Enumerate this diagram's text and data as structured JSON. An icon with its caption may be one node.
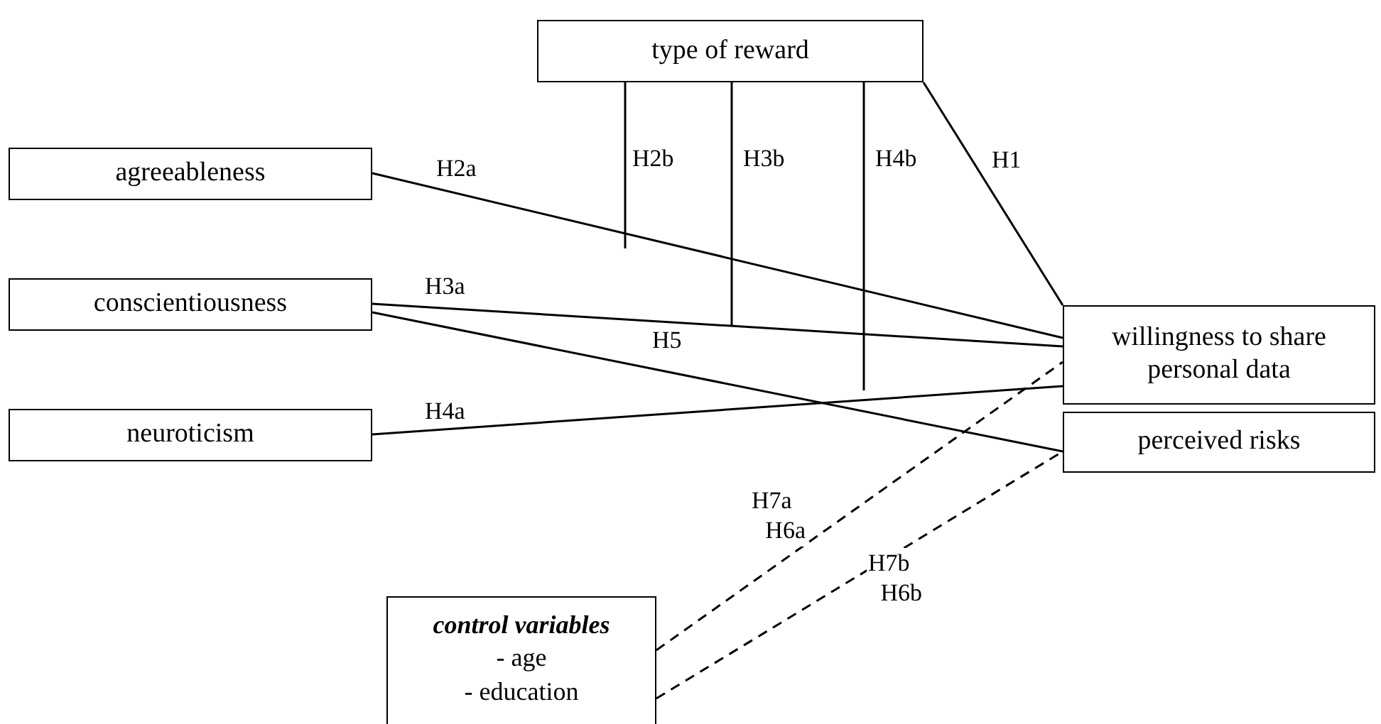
{
  "diagram": {
    "nodes": [
      {
        "text": [
          "type of reward"
        ]
      },
      {
        "text": [
          "agreeableness"
        ]
      },
      {
        "text": [
          "conscientiousness"
        ]
      },
      {
        "text": [
          "neuroticism"
        ]
      },
      {
        "text": [
          "willingness to share personal data"
        ]
      },
      {
        "text": [
          "perceived risks"
        ]
      },
      {
        "text": [
          "control variables",
          "- age",
          "- education"
        ]
      }
    ],
    "edges": [
      {
        "from": 0,
        "to": 4,
        "arrow": "none",
        "label": "H1"
      },
      {
        "from": 1,
        "to": 4,
        "arrow": "none",
        "label": "H2a"
      },
      {
        "from": 2,
        "to": 4,
        "arrow": "none",
        "label": "H3a"
      },
      {
        "from": 2,
        "to": 5,
        "arrow": "none",
        "label": "H5"
      },
      {
        "from": 3,
        "to": 4,
        "arrow": "none",
        "label": "H4a"
      },
      {
        "from": 6,
        "to": 4,
        "arrow": "none",
        "label": "H7a H6a",
        "style": "dashed"
      },
      {
        "from": 6,
        "to": 5,
        "arrow": "none",
        "label": "H7b H6b",
        "style": "dashed"
      },
      {
        "from": 0,
        "to": null,
        "arrow": "none",
        "label": "H2b"
      },
      {
        "from": 0,
        "to": null,
        "arrow": "none",
        "label": "H3b"
      },
      {
        "from": 0,
        "to": null,
        "arrow": "none",
        "label": "H4b"
      }
    ]
  }
}
